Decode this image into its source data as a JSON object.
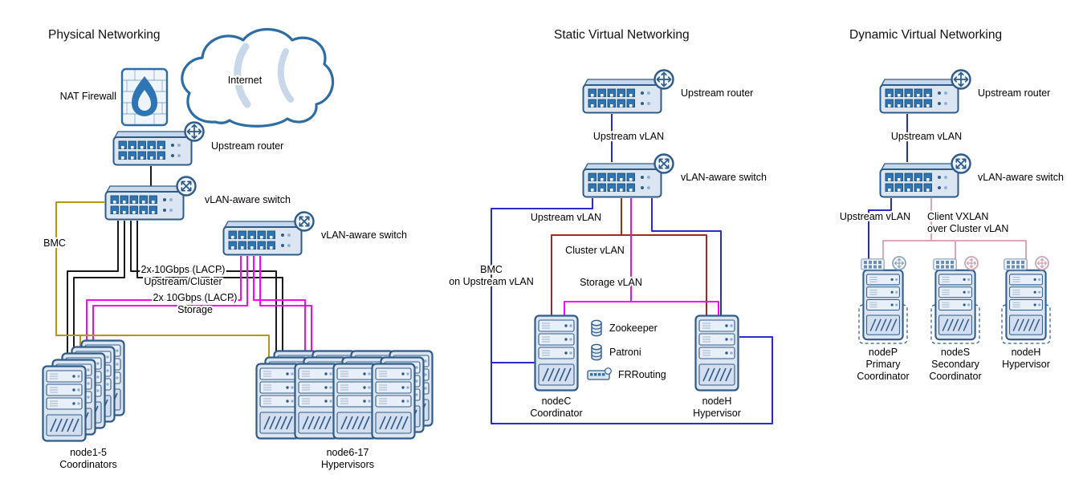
{
  "panels": {
    "physical": {
      "title": "Physical Networking",
      "internet": "Internet",
      "nat_firewall": "NAT Firewall",
      "upstream_router": "Upstream router",
      "vlan_switch_1": "vLAN-aware switch",
      "vlan_switch_2": "vLAN-aware switch",
      "bmc": "BMC",
      "lacp_upstream": [
        "2x 10Gbps (LACP)",
        "Upstream/Cluster"
      ],
      "lacp_storage": [
        "2x 10Gbps (LACP)",
        "Storage"
      ],
      "coordinators": [
        "node1-5",
        "Coordinators"
      ],
      "hypervisors": [
        "node6-17",
        "Hypervisors"
      ]
    },
    "static": {
      "title": "Static Virtual Networking",
      "upstream_router": "Upstream router",
      "upstream_vlan_link": "Upstream vLAN",
      "vlan_switch": "vLAN-aware switch",
      "upstream_vlan": "Upstream vLAN",
      "cluster_vlan": "Cluster vLAN",
      "storage_vlan": "Storage vLAN",
      "bmc": [
        "BMC",
        "on Upstream vLAN"
      ],
      "services": [
        "Zookeeper",
        "Patroni",
        "FRRouting"
      ],
      "nodec": [
        "nodeC",
        "Coordinator"
      ],
      "nodeh": [
        "nodeH",
        "Hypervisor"
      ]
    },
    "dynamic": {
      "title": "Dynamic Virtual Networking",
      "upstream_router": "Upstream router",
      "upstream_vlan_link": "Upstream vLAN",
      "vlan_switch": "vLAN-aware switch",
      "upstream_vlan": "Upstream vLAN",
      "client_vxlan": [
        "Client VXLAN",
        "over Cluster vLAN"
      ],
      "nodep": [
        "nodeP",
        "Primary",
        "Coordinator"
      ],
      "nodes": [
        "nodeS",
        "Secondary",
        "Coordinator"
      ],
      "nodeh": [
        "nodeH",
        "Hypervisor"
      ]
    }
  },
  "colors": {
    "device_fill": "#dce6f3",
    "device_stroke": "#2f5b88",
    "port_fill": "#2e75b6",
    "line_black": "#1a1a1a",
    "line_storage_magenta": "#ff00ff",
    "line_bmc_olive": "#b8960c",
    "line_upstream_blue": "#2929cc",
    "line_cluster_darkred": "#9e2b25",
    "line_client_pink": "#d8a7b8"
  }
}
